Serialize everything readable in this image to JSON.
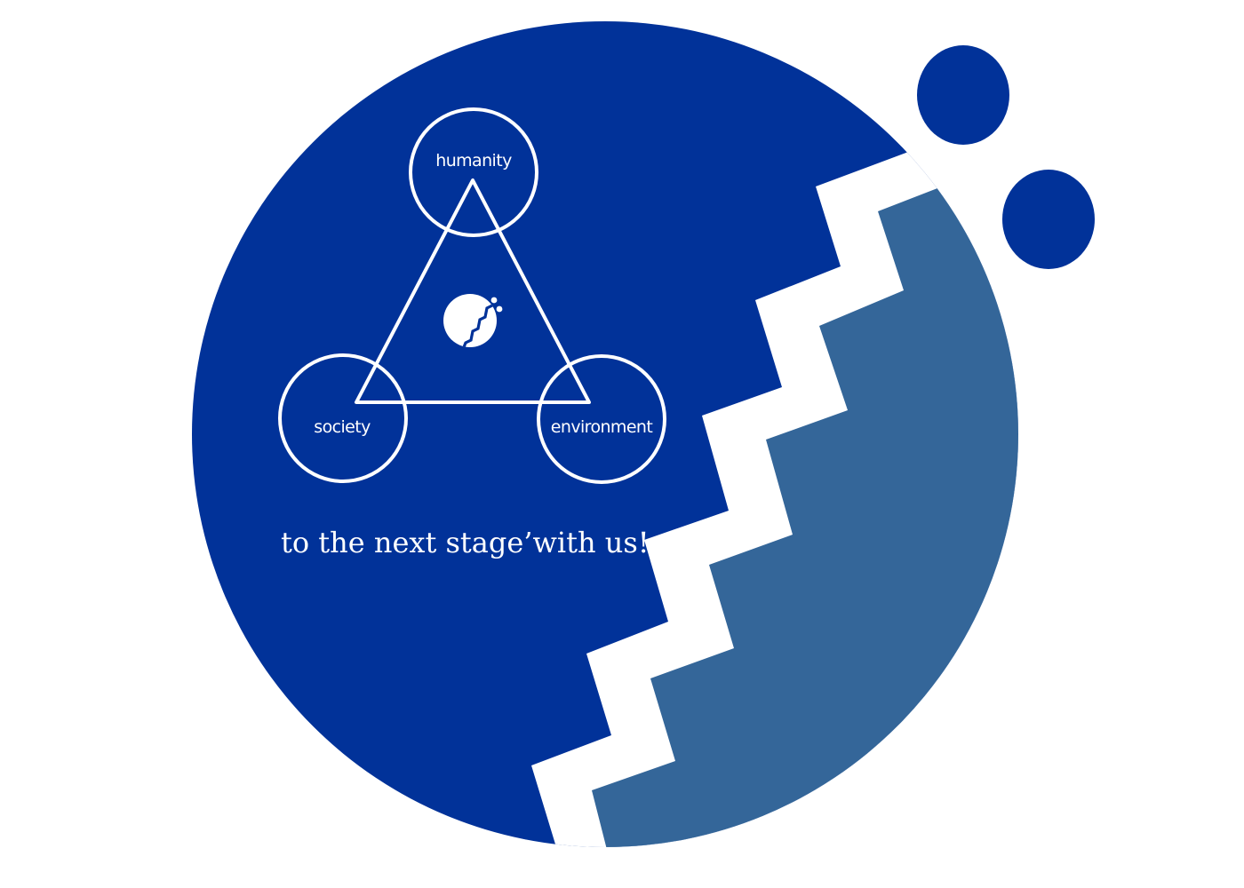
{
  "colors": {
    "background": "#ffffff",
    "primary_blue": "#013299",
    "secondary_blue": "#346699",
    "foreground": "#ffffff"
  },
  "nodes": {
    "humanity": "humanity",
    "society": "society",
    "environment": "environment"
  },
  "tagline": "to the next stage’with us!",
  "icons": {
    "center": "stairs-globe-logo-icon"
  }
}
